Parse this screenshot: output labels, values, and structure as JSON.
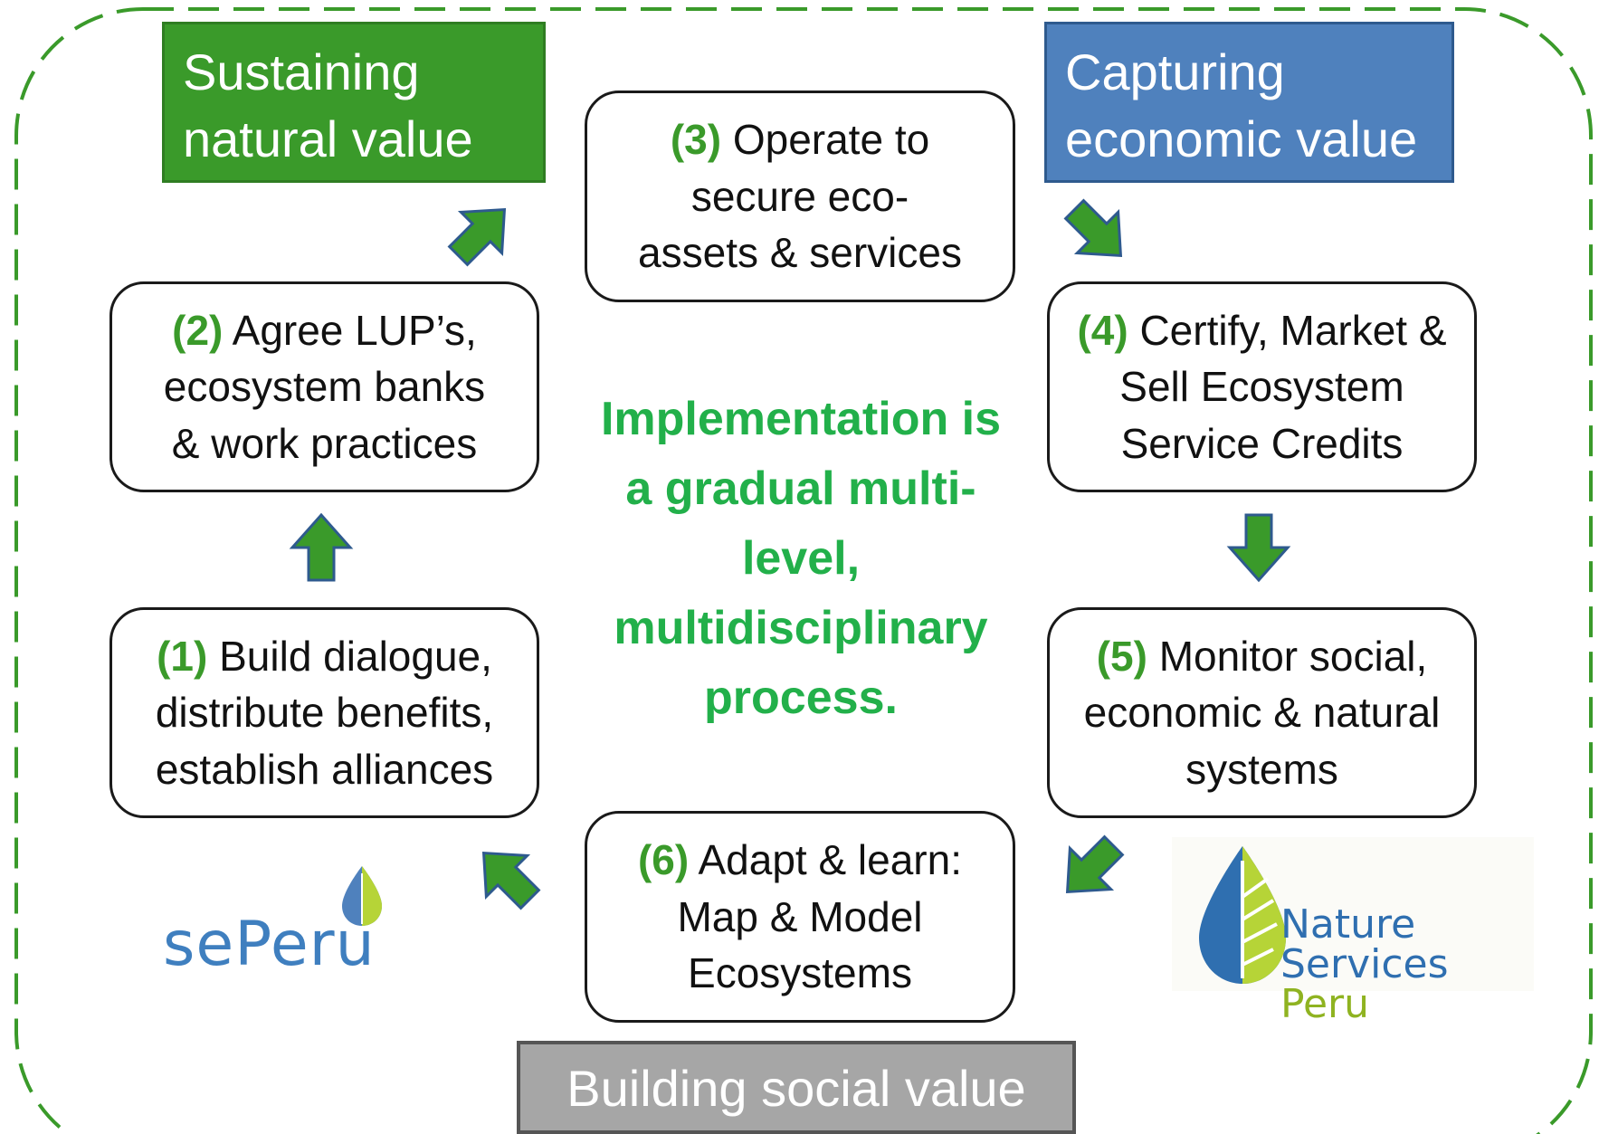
{
  "headers": {
    "natural": "Sustaining natural value",
    "economic": "Capturing economic value",
    "social": "Building social value"
  },
  "steps": [
    {
      "num": "(1)",
      "text": "Build dialogue, distribute benefits, establish alliances"
    },
    {
      "num": "(2)",
      "text": "Agree LUP’s, ecosystem banks & work practices"
    },
    {
      "num": "(3)",
      "text": "Operate to secure eco-assets & services"
    },
    {
      "num": "(4)",
      "text": "Certify, Market & Sell Ecosystem Service Credits"
    },
    {
      "num": "(5)",
      "text": "Monitor social, economic & natural systems"
    },
    {
      "num": "(6)",
      "text": "Adapt & learn: Map & Model Ecosystems"
    }
  ],
  "center_text": "Implementation is a gradual multi-level, multidisciplinary process.",
  "logos": {
    "left": "sePeru",
    "right_line1": "Nature",
    "right_line2": "Services",
    "right_line3": "Peru"
  },
  "colors": {
    "green": "#3a9a2a",
    "blue": "#4f81bd",
    "gray": "#a6a6a6",
    "dash": "#3a9a2a",
    "center_text": "#22b04a",
    "arrow_fill": "#3a9a2a",
    "arrow_stroke": "#2e5a8e"
  }
}
